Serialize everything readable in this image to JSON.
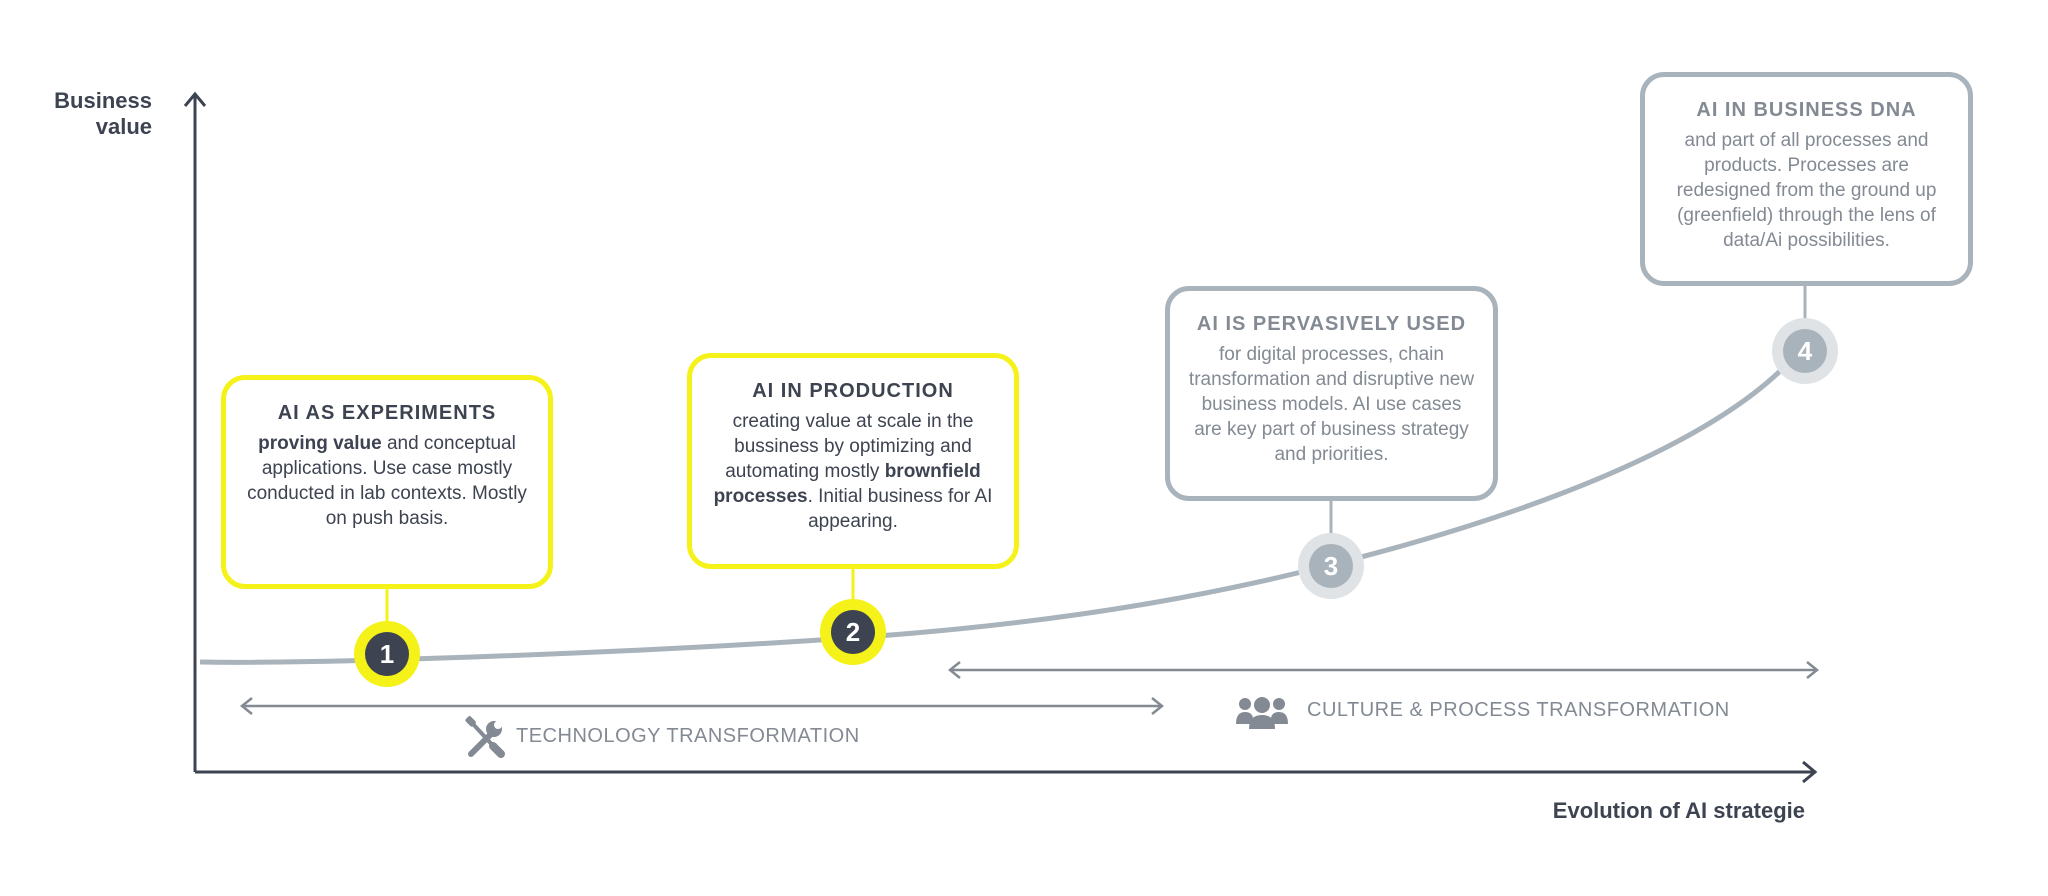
{
  "axes": {
    "y_label_line1": "Business",
    "y_label_line2": "value",
    "x_label": "Evolution of AI strategie"
  },
  "stages": [
    {
      "number": "1",
      "title": "AI AS EXPERIMENTS",
      "body_bold": "proving value",
      "body_rest": " and conceptual applications. Use case mostly conducted in lab contexts. Mostly on push basis.",
      "style": "active"
    },
    {
      "number": "2",
      "title": "AI IN PRODUCTION",
      "body_before": "creating value at scale in the bussiness by optimizing and automating mostly ",
      "body_bold": "brownfield processes",
      "body_after": ". Initial business for AI appearing.",
      "style": "active"
    },
    {
      "number": "3",
      "title": "AI IS PERVASIVELY USED",
      "body": "for digital processes, chain transformation and disruptive new business models. AI use cases are key part of business strategy and priorities.",
      "style": "future"
    },
    {
      "number": "4",
      "title": "AI IN BUSINESS DNA",
      "body": "and part of all processes and products. Processes are redesigned from the ground up (greenfield) through the lens of data/Ai possibilities.",
      "style": "future"
    }
  ],
  "phases": {
    "technology": {
      "label": "TECHNOLOGY TRANSFORMATION",
      "icon": "tools-icon"
    },
    "culture": {
      "label": "CULTURE & PROCESS TRANSFORMATION",
      "icon": "people-group-icon"
    }
  },
  "colors": {
    "active": "#f4f219",
    "future": "#a9b3bb",
    "dark": "#3d4350",
    "muted": "#838a93"
  }
}
